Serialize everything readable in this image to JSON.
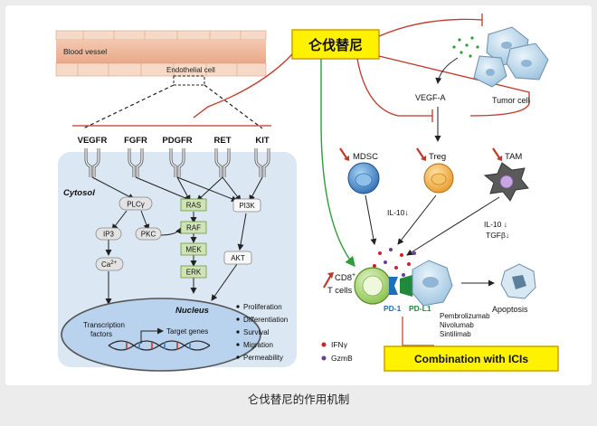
{
  "title_box": "仑伐替尼",
  "vessel": {
    "blood_vessel": "Blood vessel",
    "endothelial_cell": "Endothelial cell"
  },
  "receptors": [
    "VEGFR",
    "FGFR",
    "PDGFR",
    "RET",
    "KIT"
  ],
  "cytosol_label": "Cytosol",
  "nodes": {
    "plcg": "PLCγ",
    "ip3": "IP3",
    "pkc": "PKC",
    "ca": "Ca",
    "ca_sup": "2+",
    "ras": "RAS",
    "raf": "RAF",
    "mek": "MEK",
    "erk": "ERK",
    "pi3k": "PI3K",
    "akt": "AKT"
  },
  "nucleus": {
    "label": "Nucleus",
    "transcription_1": "Transcription",
    "transcription_2": "factors",
    "target_genes": "Target genes"
  },
  "effects": [
    "Proliferation",
    "Differentiation",
    "Survival",
    "Migration",
    "Permeability"
  ],
  "tme": {
    "tumor_cell": "Tumor cell",
    "vegfa": "VEGF-A",
    "mdsc": "MDSC",
    "treg": "Treg",
    "tam": "TAM",
    "il10_a": "IL-10↓",
    "il10_b": "IL-10 ↓",
    "tgfb": "TGFβ↓",
    "cd8_1": "CD8",
    "cd8_sup": "+",
    "cd8_2": "T cells",
    "pd1": "PD-1",
    "pdl1": "PD-L1",
    "apoptosis": "Apoptosis",
    "drugs": [
      "Pembrolizumab",
      "Nivolumab",
      "Sintilimab"
    ],
    "legend_ifn": "IFNγ",
    "legend_gzmb": "GzmB"
  },
  "combination": "Combination with ICIs",
  "caption": "仑伐替尼的作用机制",
  "colors": {
    "title_fill": "#fff200",
    "title_border": "#c8a200",
    "inhibit": "#c0392b",
    "green_arrow": "#2e9e3a",
    "cytosol": "#dbe7f3",
    "nucleus": "#b9d3ee",
    "ifn_dot": "#d31f2a",
    "gzmb_dot": "#6a3d9a",
    "pd1": "#1d6fb8",
    "pdl1": "#1f8a3a"
  }
}
